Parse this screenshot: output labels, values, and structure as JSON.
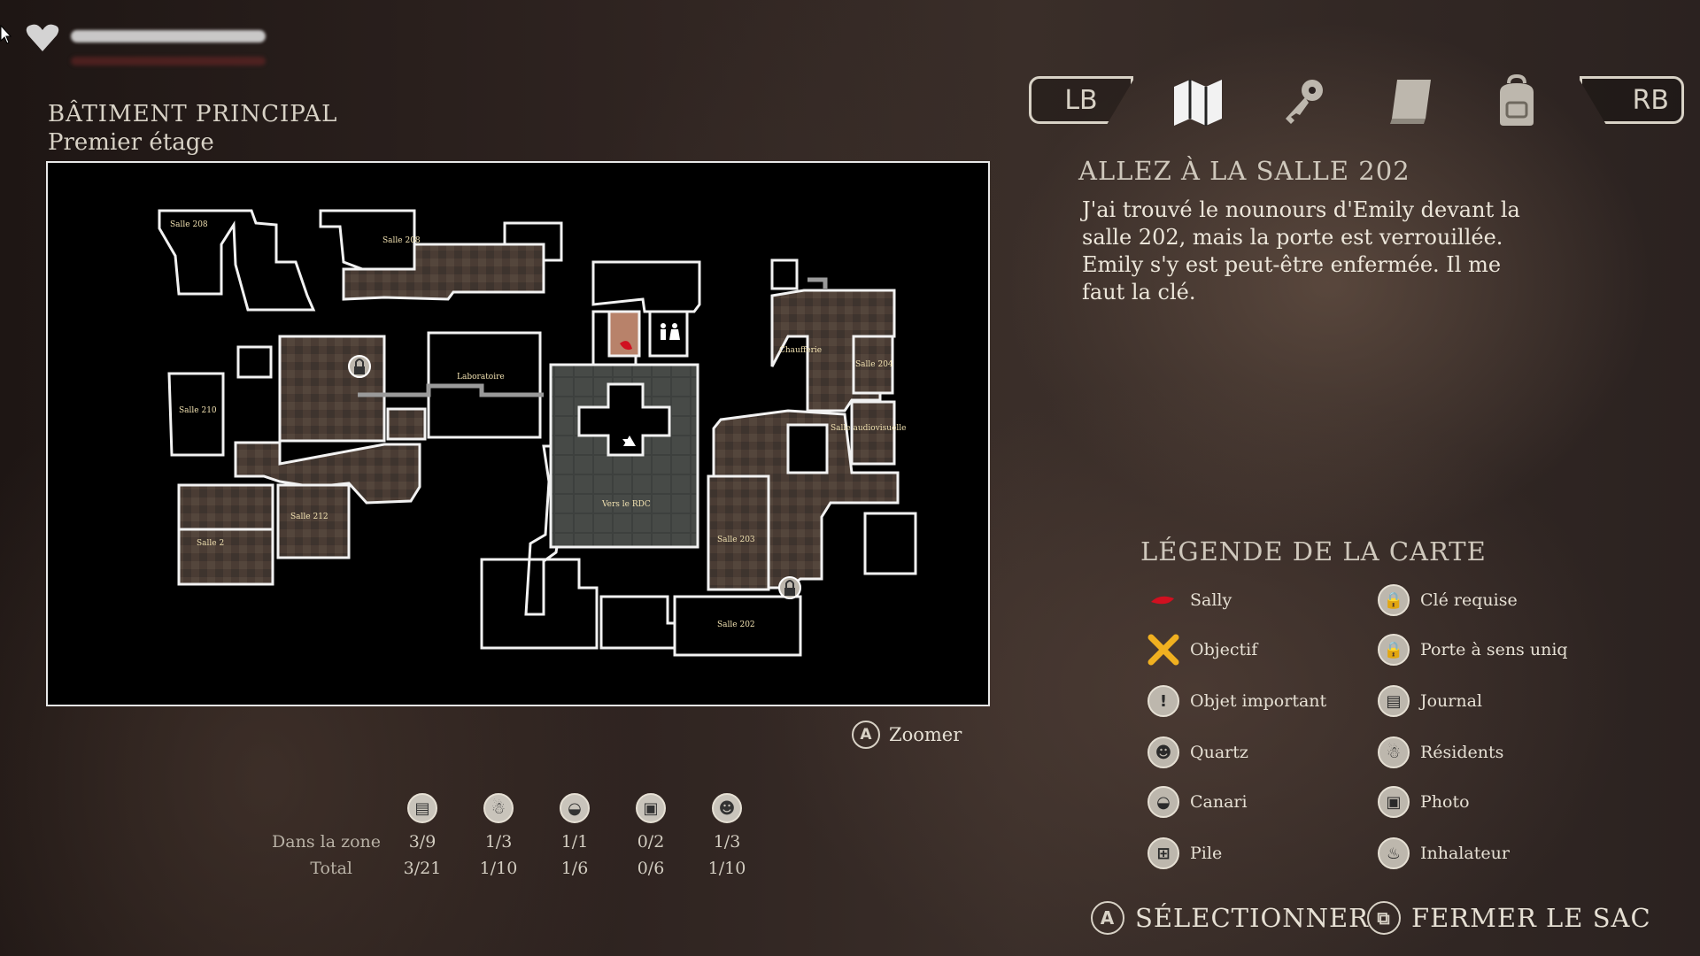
{
  "hud": {
    "icons": [
      "heart-icon"
    ]
  },
  "map": {
    "building": "BÂTIMENT PRINCIPAL",
    "floor": "Premier étage",
    "zoom_button": "A",
    "zoom_label": "Zoomer",
    "rooms": {
      "salle208a": "Salle 208",
      "salle208b": "Salle 208",
      "salle210": "Salle 210",
      "salle212": "Salle 212",
      "salle2xx": "Salle 2",
      "laboratoire": "Laboratoire",
      "vers_rdc": "Vers le RDC",
      "chaufferie": "Chaufferie",
      "salle204": "Salle 204",
      "salle_audio": "Salle audiovisuelle",
      "salle203": "Salle 203",
      "salle202": "Salle 202"
    }
  },
  "tabs": {
    "left_shoulder": "LB",
    "right_shoulder": "RB",
    "icons": [
      "map-icon",
      "key-icon",
      "journal-icon",
      "backpack-icon"
    ]
  },
  "objective": {
    "title": "ALLEZ À LA SALLE 202",
    "text": "J'ai trouvé le nounours d'Emily devant la salle 202, mais la porte est verrouillée. Emily s'y est peut-être enfermée. Il me faut la clé."
  },
  "counters": {
    "row1_label": "Dans la zone",
    "row2_label": "Total",
    "columns": [
      {
        "icon": "journal-icon",
        "zone": "3/9",
        "total": "3/21"
      },
      {
        "icon": "resident-icon",
        "zone": "1/3",
        "total": "1/10"
      },
      {
        "icon": "canary-icon",
        "zone": "1/1",
        "total": "1/6"
      },
      {
        "icon": "photo-icon",
        "zone": "0/2",
        "total": "0/6"
      },
      {
        "icon": "quartz-icon",
        "zone": "1/3",
        "total": "1/10"
      }
    ]
  },
  "legend": {
    "title": "LÉGENDE DE LA CARTE",
    "left": [
      "Sally",
      "Objectif",
      "Objet important",
      "Quartz",
      "Canari",
      "Pile"
    ],
    "right": [
      "Clé requise",
      "Porte à sens uniq",
      "Journal",
      "Résidents",
      "Photo",
      "Inhalateur"
    ]
  },
  "actions": {
    "select_button": "A",
    "select_label": "SÉLECTIONNER",
    "close_label": "FERMER LE SAC"
  },
  "colors": {
    "sally": "#d01020",
    "objective": "#f0b020",
    "text": "#e6e0d4"
  }
}
